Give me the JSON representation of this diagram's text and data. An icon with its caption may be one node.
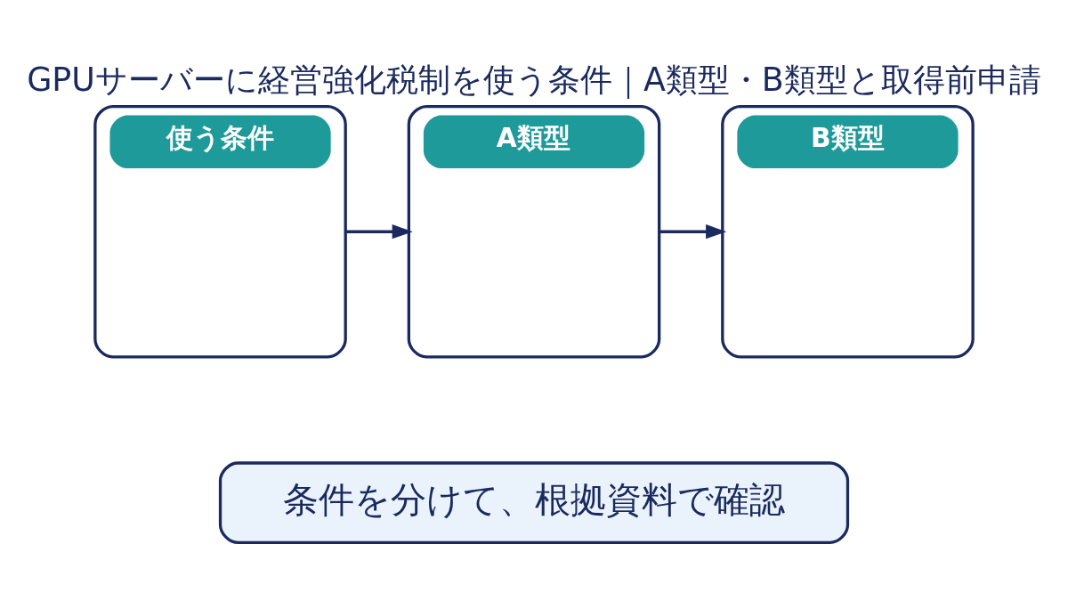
{
  "diagram": {
    "title": "GPUサーバーに経営強化税制を使う条件｜A類型・B類型と取得前申請",
    "nodes": [
      {
        "text": [
          "使う条件"
        ]
      },
      {
        "text": [
          "A類型"
        ]
      },
      {
        "text": [
          "B類型"
        ]
      },
      {
        "text": [
          "条件を分けて、根拠資料で確認"
        ]
      }
    ],
    "edges": [
      {
        "from": 0,
        "to": 1,
        "arrow": "to"
      },
      {
        "from": 1,
        "to": 2,
        "arrow": "to"
      }
    ]
  }
}
